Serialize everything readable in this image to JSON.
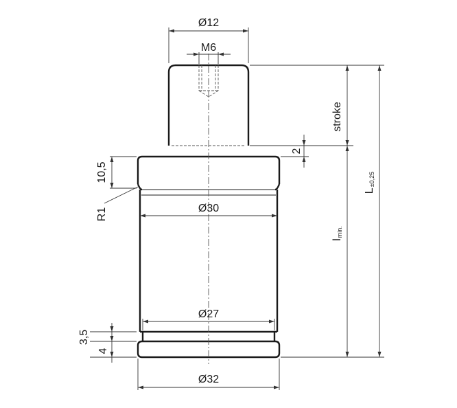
{
  "labels": {
    "d12": "Ø12",
    "m6": "M6",
    "stroke": "stroke",
    "two": "2",
    "h105": "10,5",
    "r1": "R1",
    "d30": "Ø30",
    "lmin_main": "l",
    "lmin_sub": "min.",
    "l_main": "L",
    "l_sub": "±0,25",
    "d27": "Ø27",
    "h35": "3,5",
    "h4": "4",
    "d32": "Ø32"
  },
  "colors": {
    "line": "#1a1a1a",
    "background": "#ffffff"
  }
}
